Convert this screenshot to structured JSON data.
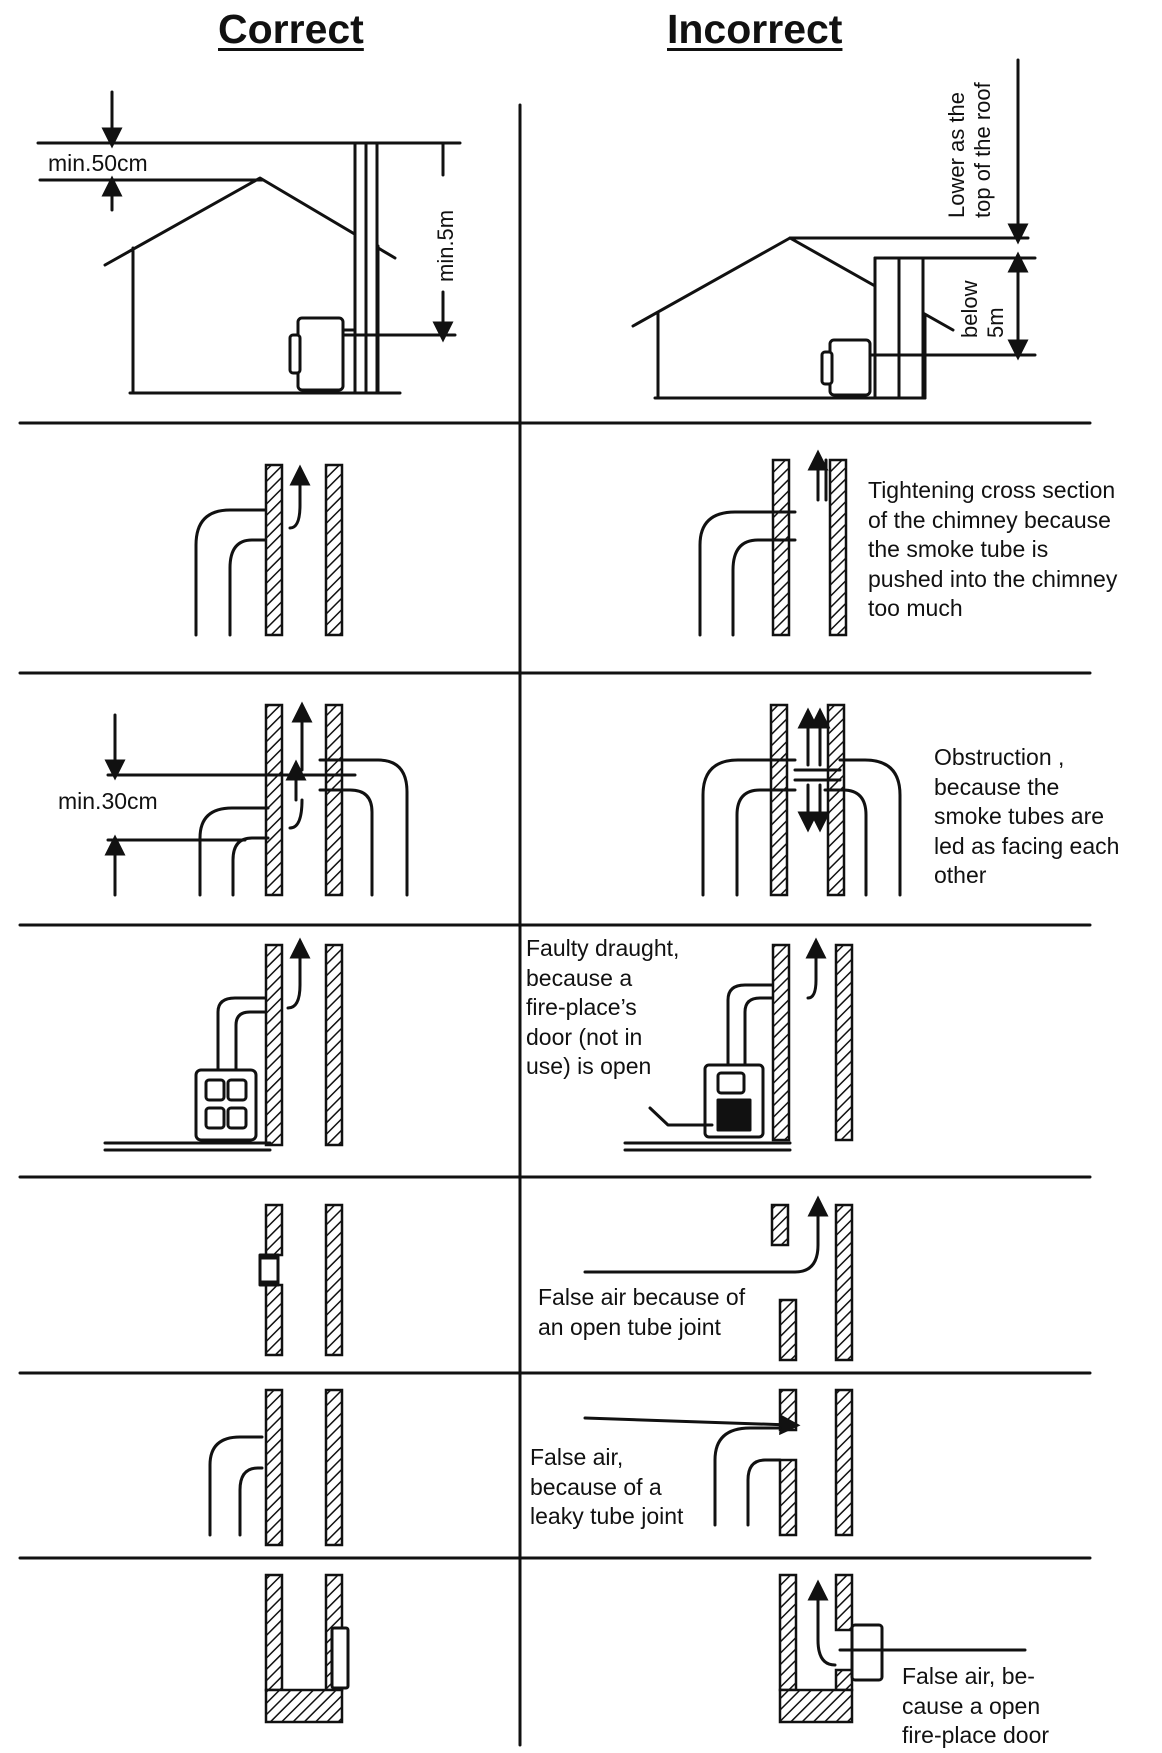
{
  "header": {
    "correct": "Correct",
    "incorrect": "Incorrect"
  },
  "rows": [
    {
      "name": "house-roof-height",
      "correct_labels": {
        "roof_clearance": "min.50cm",
        "chimney_height": "min.5m"
      },
      "incorrect_labels": {
        "roof_top": "Lower as the\ntop of the roof",
        "height": "below\n5m"
      }
    },
    {
      "name": "tube-insertion",
      "incorrect_note": "Tightening cross section\nof the chimney because\nthe smoke tube is\npushed into the chimney\ntoo much"
    },
    {
      "name": "facing-tubes",
      "correct_labels": {
        "offset": "min.30cm"
      },
      "incorrect_note": "Obstruction ,\nbecause the\nsmoke tubes are\nled as facing each\nother"
    },
    {
      "name": "open-fireplace-door",
      "incorrect_note": "Faulty draught,\nbecause a\nfire-place’s\ndoor (not in\nuse) is open"
    },
    {
      "name": "open-tube-joint",
      "incorrect_note": "False air because of\nan open tube joint"
    },
    {
      "name": "leaky-tube-joint",
      "incorrect_note": "False air,\nbecause of a\nleaky tube joint"
    },
    {
      "name": "cleanout-door",
      "incorrect_note": "False air, be-\ncause a open\nfire-place door"
    }
  ],
  "colors": {
    "ink": "#111111",
    "paper": "#ffffff"
  }
}
